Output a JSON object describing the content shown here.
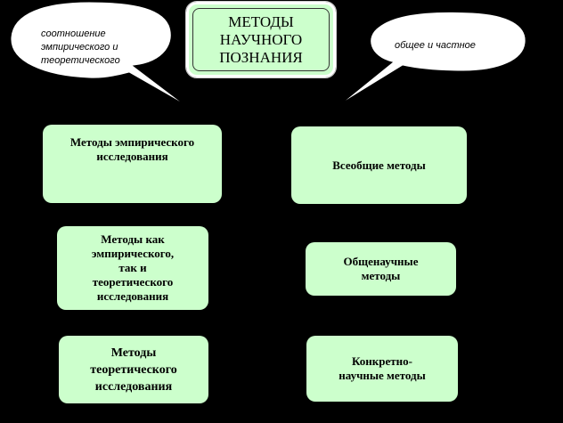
{
  "title": "МЕТОДЫ\nНАУЧНОГО\nПОЗНАНИЯ",
  "callouts": {
    "left": "соотношение\nэмпирического и\nтеоретического",
    "right": "общее и частное"
  },
  "left_column": [
    "Методы эмпирического\nисследования",
    "Методы как\nэмпирического,\nтак и\nтеоретического\nисследования",
    "Методы\nтеоретического\nисследования"
  ],
  "right_column": [
    "Всеобщие методы",
    "Общенаучные\nметоды",
    "Конкретно-\nнаучные методы"
  ],
  "colors": {
    "background": "#000000",
    "box_fill": "#ccffcc",
    "bubble_fill": "#ffffff"
  }
}
